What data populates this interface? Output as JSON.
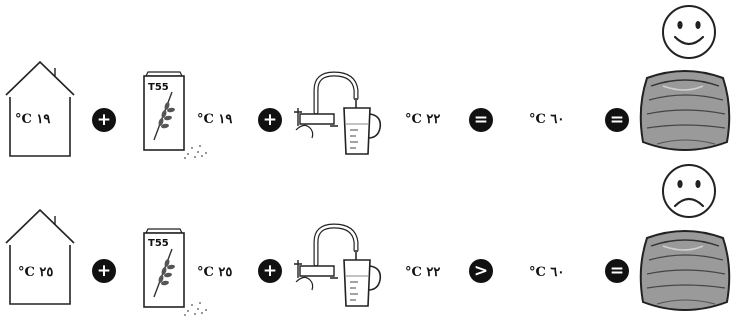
{
  "rows": [
    {
      "house_temp": "°C ١٩",
      "flour_temp": "°C ١٩",
      "water_temp": "°C ٢٢",
      "total_temp": "°C ٦٠",
      "flour_label": "T55",
      "op1": "+",
      "op2": "+",
      "op3": "=",
      "op4": "=",
      "face": "happy"
    },
    {
      "house_temp": "°C ٢٥",
      "flour_temp": "°C ٢٥",
      "water_temp": "°C ٢٢",
      "total_temp": "°C ٦٠",
      "flour_label": "T55",
      "op1": "+",
      "op2": "+",
      "op3": ">",
      "op4": "=",
      "face": "sad"
    }
  ]
}
